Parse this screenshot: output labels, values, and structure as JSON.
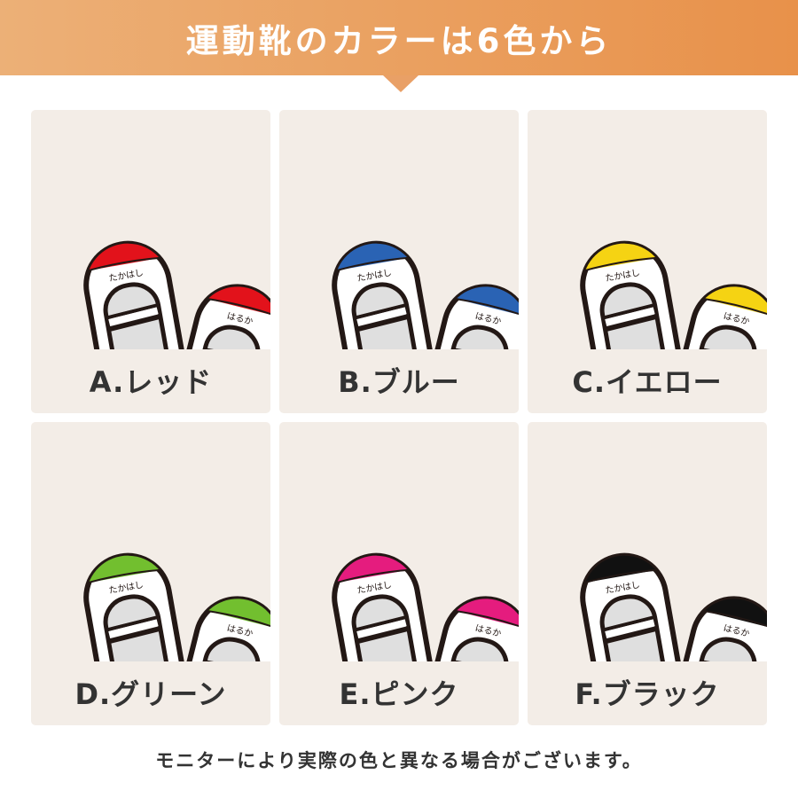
{
  "header": {
    "title": "運動靴のカラーは6色から"
  },
  "shoe_names": {
    "left": "たかはし",
    "right": "はるか"
  },
  "colors": [
    {
      "label": "A.レッド",
      "hex": "#e2121b"
    },
    {
      "label": "B.ブルー",
      "hex": "#2a63b4"
    },
    {
      "label": "C.イエロー",
      "hex": "#f5d313"
    },
    {
      "label": "D.グリーン",
      "hex": "#72bf2f"
    },
    {
      "label": "E.ピンク",
      "hex": "#e51c7e"
    },
    {
      "label": "F.ブラック",
      "hex": "#111111"
    }
  ],
  "footer": {
    "note": "モニターにより実際の色と異なる場合がございます。"
  }
}
